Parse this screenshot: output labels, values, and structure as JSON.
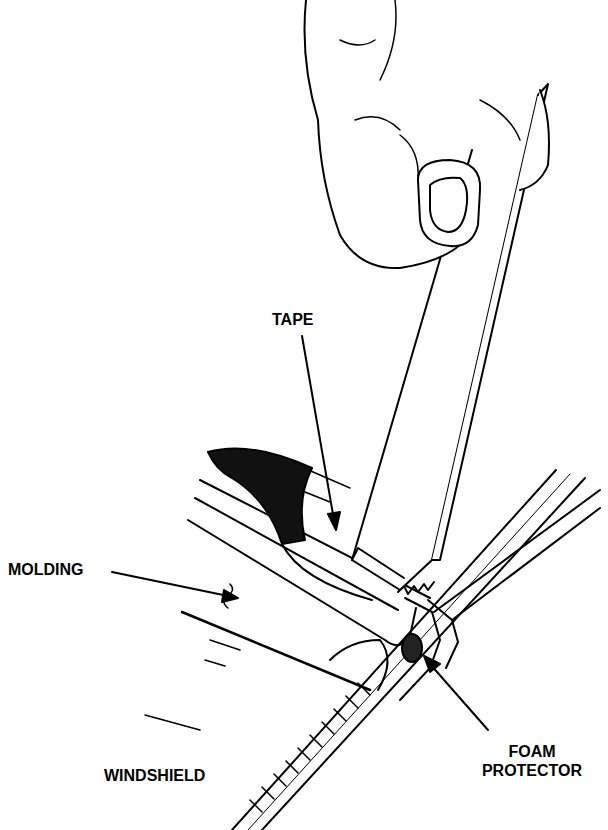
{
  "diagram": {
    "labels": [
      "TAPE",
      "MOLDING",
      "WINDSHIELD",
      "FOAM PROTECTOR"
    ]
  }
}
